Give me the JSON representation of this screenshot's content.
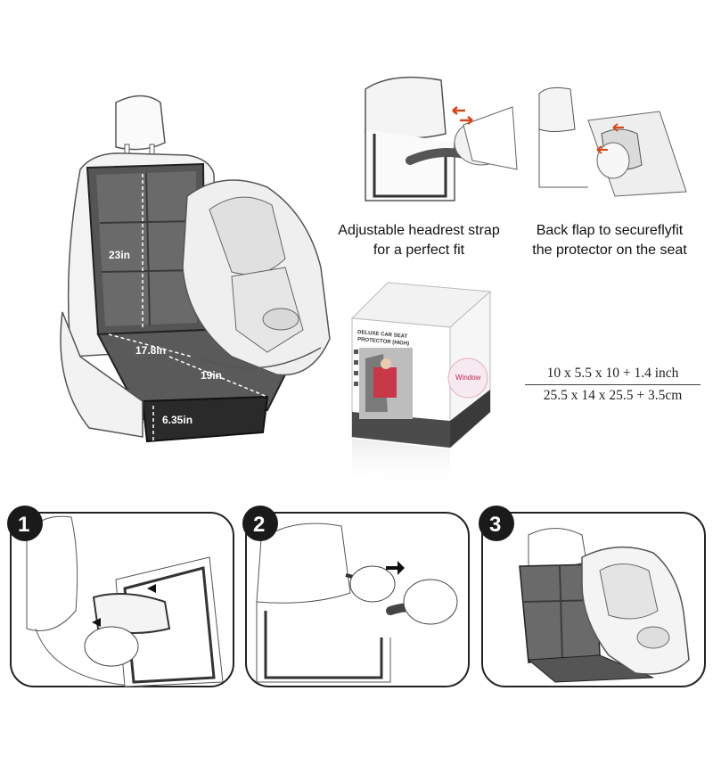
{
  "hero": {
    "dimensions": {
      "height": "23in",
      "width_top": "17.8in",
      "depth": "19in",
      "flap": "6.35in"
    }
  },
  "features": [
    {
      "caption_line1": "Adjustable headrest strap",
      "caption_line2": "for a perfect fit"
    },
    {
      "caption_line1": "Back flap to secureflyfit",
      "caption_line2": "the protector on the seat"
    }
  ],
  "package": {
    "line1": "DELUXE CAR SEAT",
    "line2": "PROTECTOR (HIGH)",
    "window_label": "Window"
  },
  "package_size": {
    "inches": "10 x 5.5 x 10 + 1.4 inch",
    "cm": "25.5 x 14 x 25.5 + 3.5cm"
  },
  "steps": [
    {
      "number": "1"
    },
    {
      "number": "2"
    },
    {
      "number": "3"
    }
  ]
}
